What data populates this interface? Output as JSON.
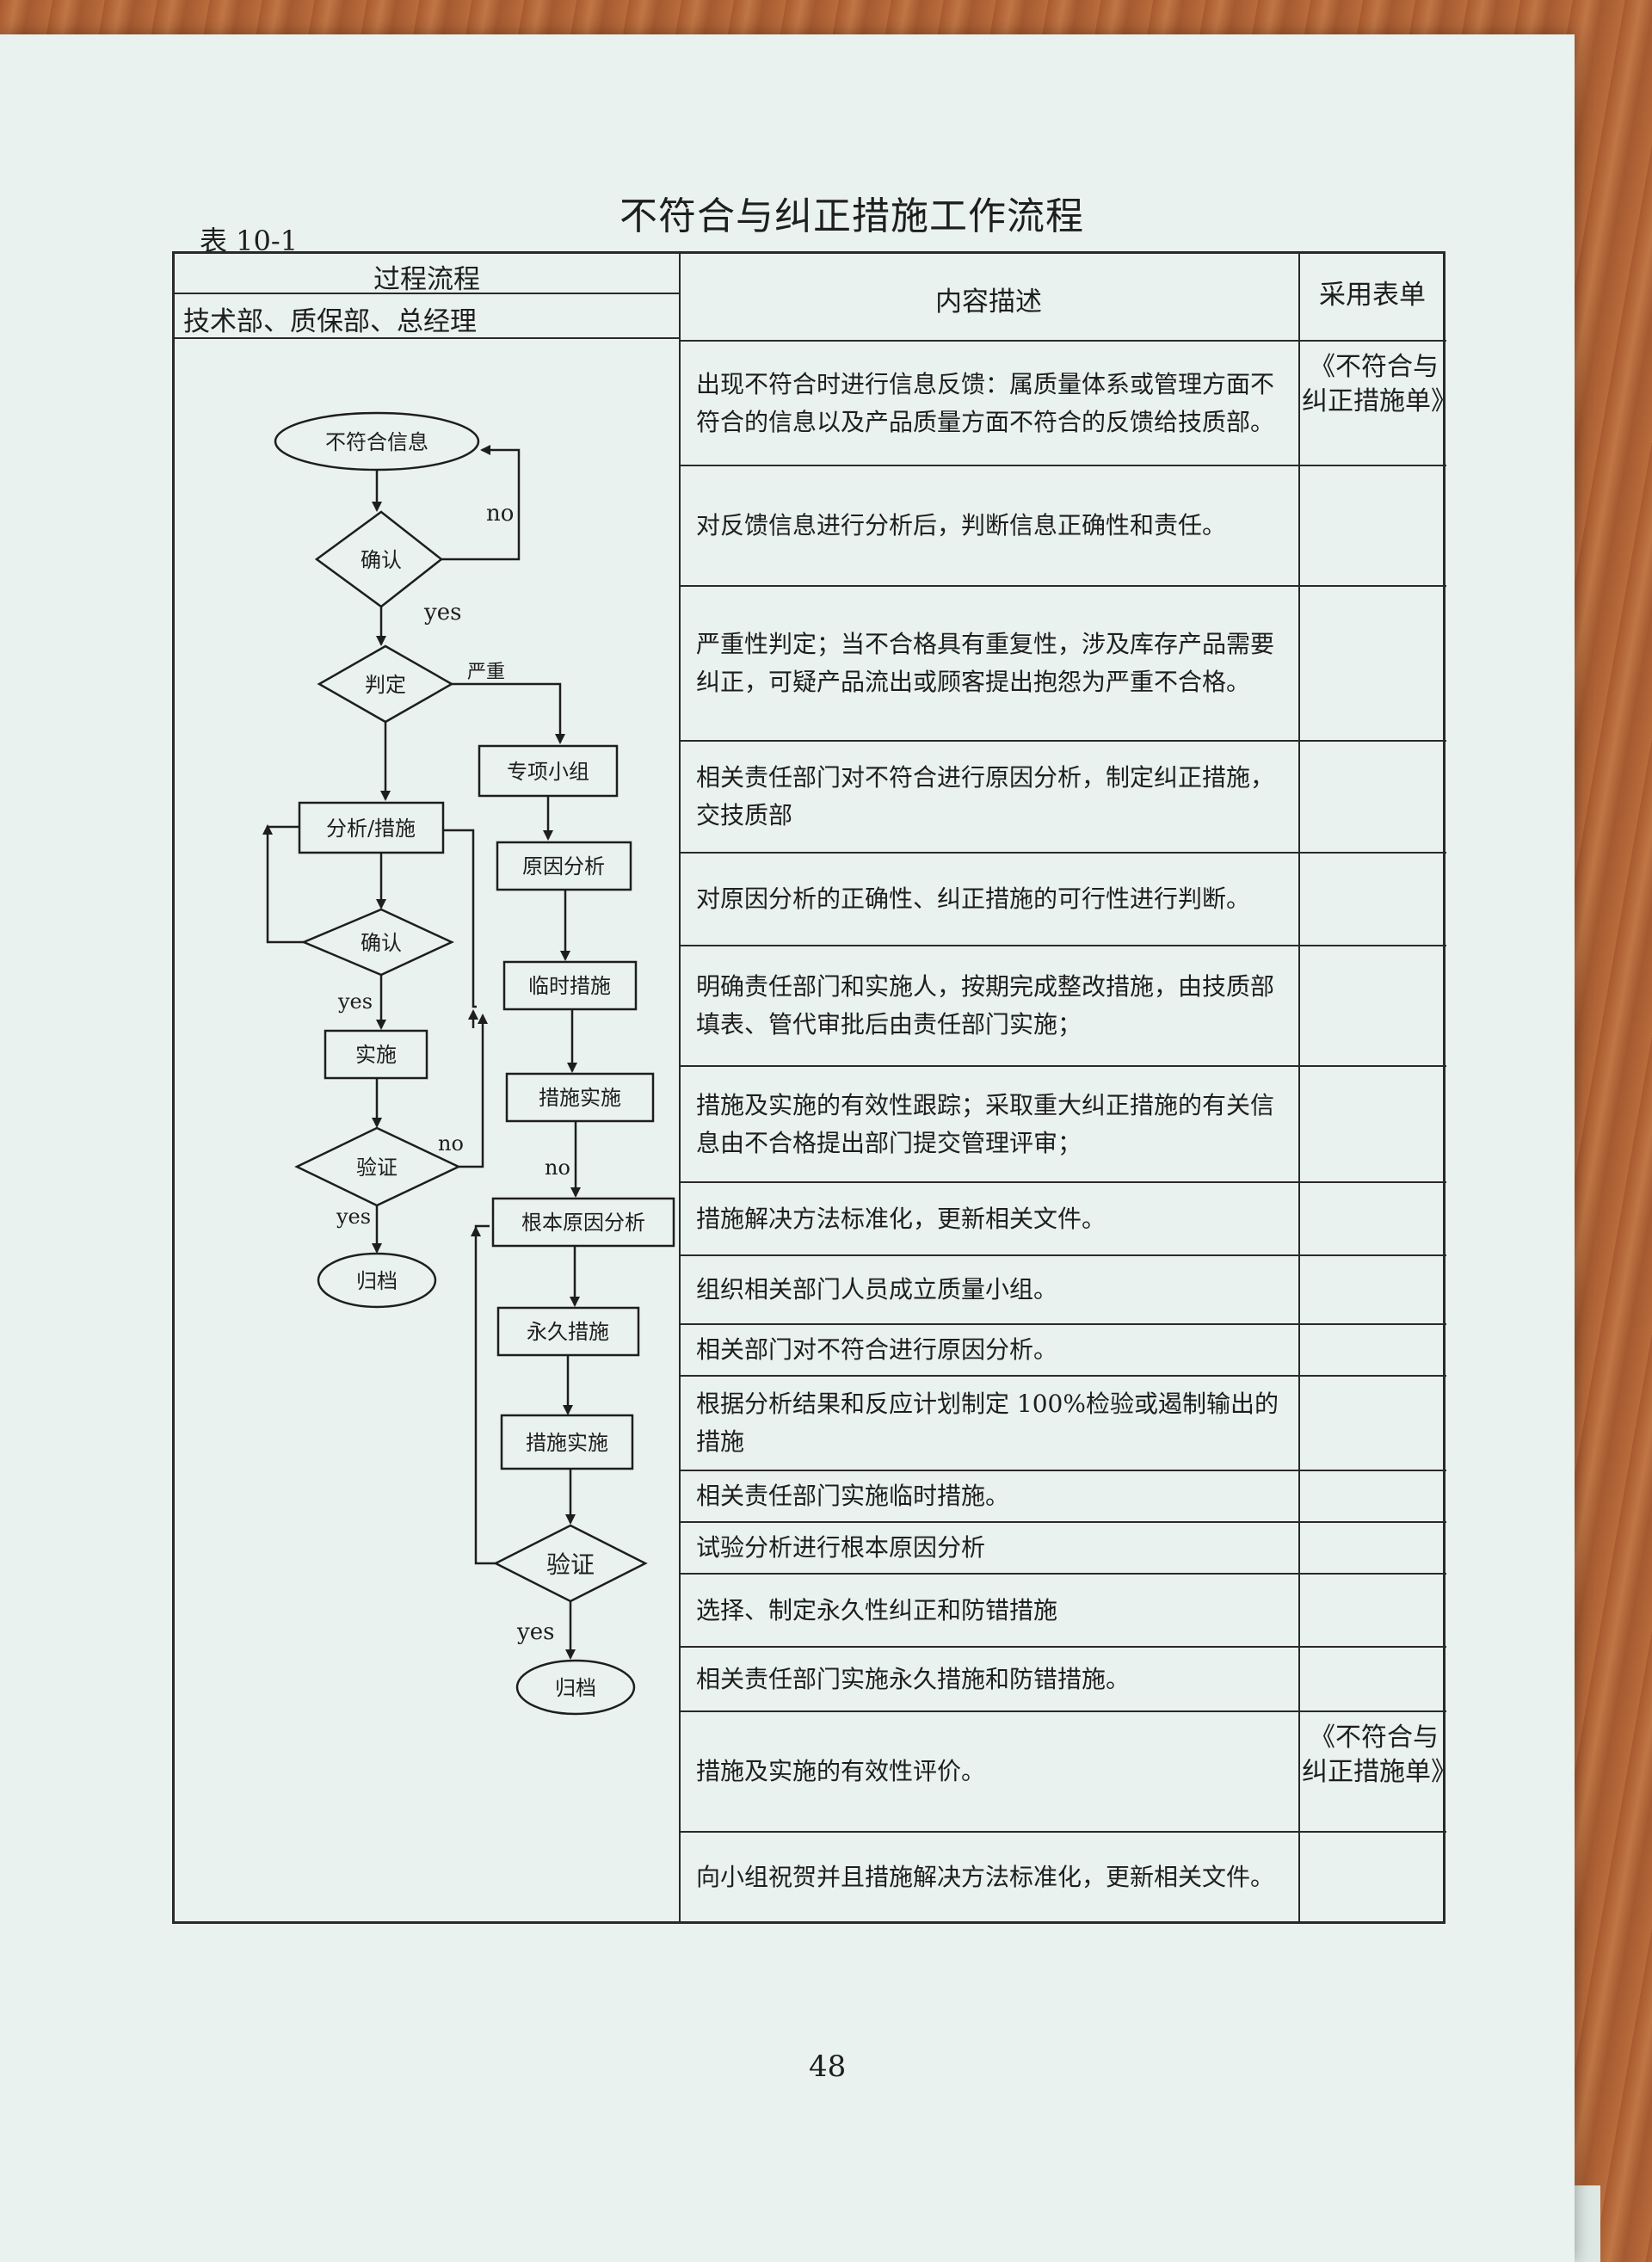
{
  "table_number": "表 10-1",
  "title": "不符合与纠正措施工作流程",
  "headers": {
    "process_flow": "过程流程",
    "departments": "技术部、质保部、总经理",
    "content_description": "内容描述",
    "forms_used": "采用表单"
  },
  "rows": [
    {
      "text": "出现不符合时进行信息反馈：属质量体系或管理方面不符合的信息以及产品质量方面不符合的反馈给技质部。",
      "form": "《不符合与纠正措施单》"
    },
    {
      "text": "对反馈信息进行分析后，判断信息正确性和责任。",
      "form": ""
    },
    {
      "text": "严重性判定；当不合格具有重复性，涉及库存产品需要纠正，可疑产品流出或顾客提出抱怨为严重不合格。",
      "form": ""
    },
    {
      "text": "相关责任部门对不符合进行原因分析，制定纠正措施，交技质部",
      "form": ""
    },
    {
      "text": "对原因分析的正确性、纠正措施的可行性进行判断。",
      "form": ""
    },
    {
      "text": "明确责任部门和实施人，按期完成整改措施，由技质部填表、管代审批后由责任部门实施；",
      "form": ""
    },
    {
      "text": "措施及实施的有效性跟踪；采取重大纠正措施的有关信息由不合格提出部门提交管理评审；",
      "form": ""
    },
    {
      "text": "措施解决方法标准化，更新相关文件。",
      "form": ""
    },
    {
      "text": "组织相关部门人员成立质量小组。",
      "form": ""
    },
    {
      "text": "相关部门对不符合进行原因分析。",
      "form": ""
    },
    {
      "text": "根据分析结果和反应计划制定 100%检验或遏制输出的措施",
      "form": ""
    },
    {
      "text": "相关责任部门实施临时措施。",
      "form": ""
    },
    {
      "text": "试验分析进行根本原因分析",
      "form": ""
    },
    {
      "text": "选择、制定永久性纠正和防错措施",
      "form": ""
    },
    {
      "text": "相关责任部门实施永久措施和防错措施。",
      "form": ""
    },
    {
      "text": "措施及实施的有效性评价。",
      "form": "《不符合与纠正措施单》"
    },
    {
      "text": "向小组祝贺并且措施解决方法标准化，更新相关文件。",
      "form": ""
    }
  ],
  "flow": {
    "info": "不符合信息",
    "confirm1": "确认",
    "judge": "判定",
    "serious": "严重",
    "task_team": "专项小组",
    "analysis_measure": "分析/措施",
    "cause_analysis": "原因分析",
    "confirm2": "确认",
    "temp_measure": "临时措施",
    "implement": "实施",
    "measure_impl1": "措施实施",
    "verify1": "验证",
    "root_cause": "根本原因分析",
    "archive1": "归档",
    "permanent": "永久措施",
    "measure_impl2": "措施实施",
    "verify2": "验证",
    "archive2": "归档",
    "yes": "yes",
    "no": "no"
  },
  "page_number": "48"
}
